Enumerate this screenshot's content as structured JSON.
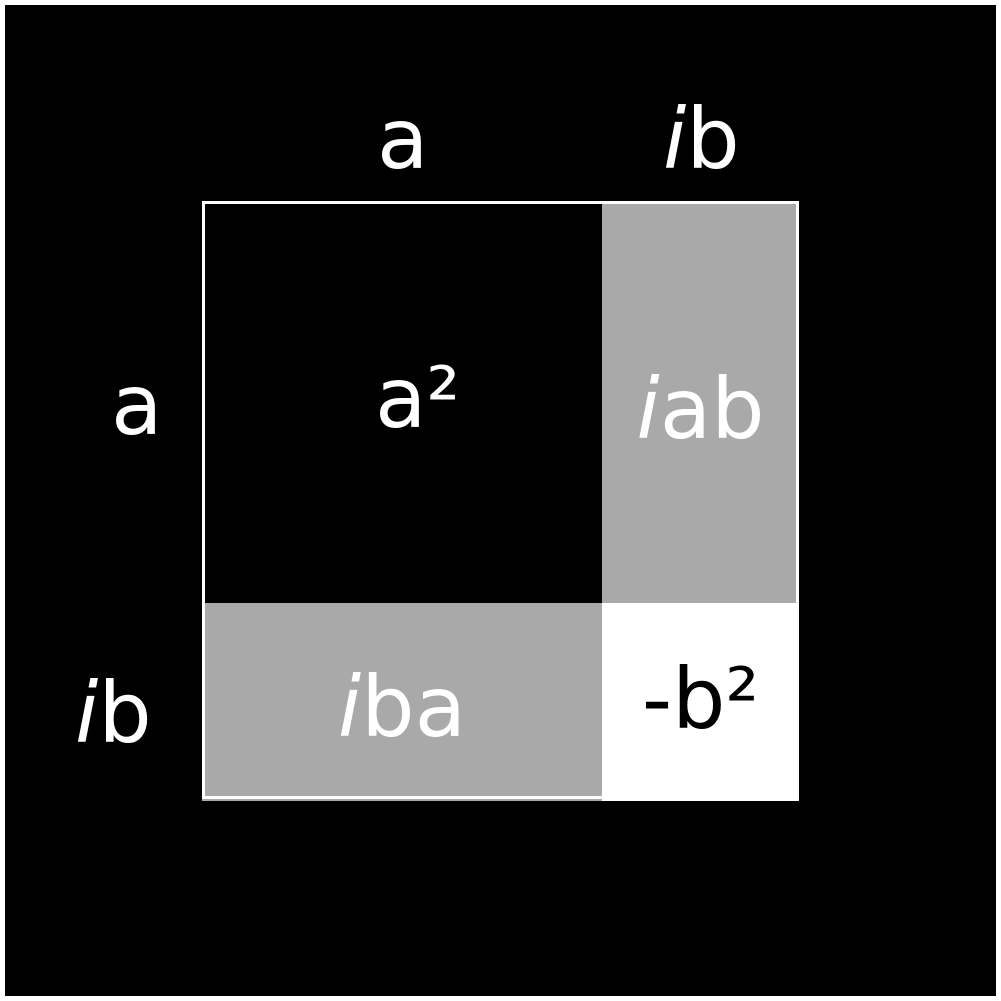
{
  "colors": {
    "background": "#000000",
    "frame": "#ffffff",
    "cross_term_fill": "#a9a9a9",
    "negative_square_fill": "#ffffff",
    "label_text": "#ffffff",
    "dark_text": "#000000"
  },
  "top_labels": [
    {
      "prefix": "",
      "text": "a"
    },
    {
      "prefix": "i",
      "text": "b"
    }
  ],
  "side_labels": [
    {
      "prefix": "",
      "text": "a"
    },
    {
      "prefix": "i",
      "text": "b"
    }
  ],
  "cells": {
    "a_squared": {
      "prefix": "",
      "text": "a²"
    },
    "iab": {
      "prefix": "i",
      "text": "ab"
    },
    "iba": {
      "prefix": "i",
      "text": "ba"
    },
    "neg_b_squared": {
      "prefix": "",
      "text": "-b²"
    }
  }
}
